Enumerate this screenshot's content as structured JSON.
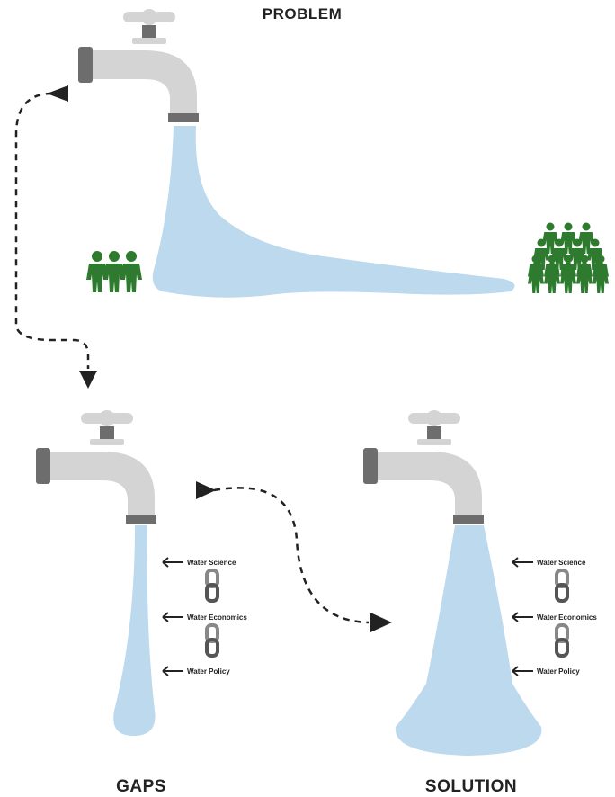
{
  "titles": {
    "problem": "PROBLEM",
    "gaps": "GAPS",
    "solution": "SOLUTION"
  },
  "labels": {
    "science": "Water Science",
    "economics": "Water Economics",
    "policy": "Water Policy"
  },
  "icons": {
    "faucet": "faucet-icon",
    "person": "person-icon",
    "chain_link": "chain-link-icon",
    "arrow": "arrow-icon"
  },
  "colors": {
    "water": "#bcd9ee",
    "faucet_body": "#d4d4d4",
    "faucet_dark": "#6d6d6d",
    "person": "#2e7a2e",
    "arrow": "#222222"
  }
}
